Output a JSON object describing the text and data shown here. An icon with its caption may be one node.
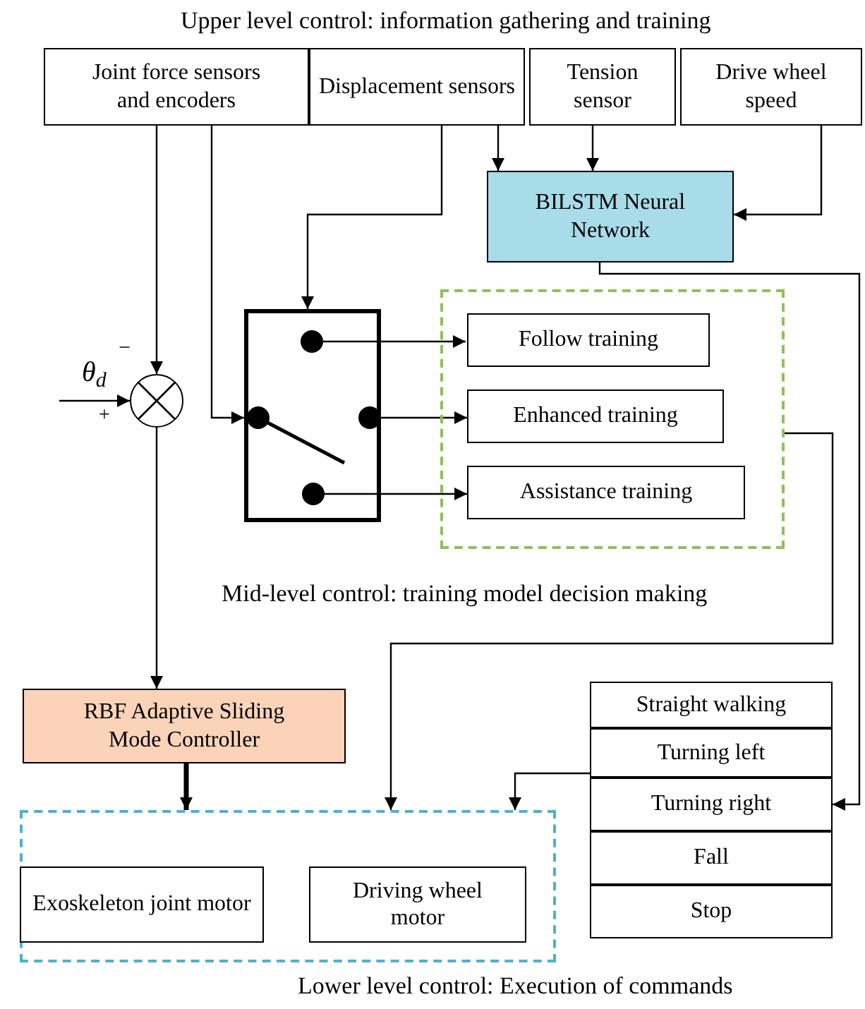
{
  "diagram": {
    "nodes": [
      {
        "text": [
          "Joint force sensors and encoders"
        ]
      },
      {
        "text": [
          "Displacement sensors"
        ]
      },
      {
        "text": [
          "Tension sensor"
        ]
      },
      {
        "text": [
          "Drive wheel speed"
        ]
      },
      {
        "text": [
          "BILSTM Neural Network"
        ]
      },
      {
        "text": [],
        "shape": "box"
      },
      {
        "text": [],
        "shape": "circle"
      },
      {
        "text": [],
        "shape": "box"
      },
      {
        "text": [
          "Follow training"
        ],
        "in": 7
      },
      {
        "text": [
          "Enhanced training"
        ],
        "in": 7
      },
      {
        "text": [
          "Assistance training"
        ],
        "in": 7
      },
      {
        "text": [
          "RBF Adaptive Sliding Mode Controller"
        ]
      },
      {
        "text": [],
        "shape": "box"
      },
      {
        "text": [
          "Exoskeleton joint motor"
        ],
        "in": 12
      },
      {
        "text": [
          "Driving wheel motor"
        ],
        "in": 12
      },
      {
        "text": [
          "Straight walking"
        ]
      },
      {
        "text": [
          "Turning left"
        ]
      },
      {
        "text": [
          "Turning right"
        ]
      },
      {
        "text": [
          "Fall"
        ]
      },
      {
        "text": [
          "Stop"
        ]
      }
    ],
    "edges": [
      {
        "from": 0,
        "to": 6,
        "arrow": "to"
      },
      {
        "from": 0,
        "to": 5,
        "arrow": "to"
      },
      {
        "from": 1,
        "to": 5,
        "arrow": "to"
      },
      {
        "from": 1,
        "to": 4,
        "arrow": "to"
      },
      {
        "from": 2,
        "to": 4,
        "arrow": "to"
      },
      {
        "from": 3,
        "to": 4,
        "arrow": "to"
      },
      {
        "from": 4,
        "to": 17,
        "arrow": "to"
      },
      {
        "from": 5,
        "to": 8,
        "arrow": "to"
      },
      {
        "from": 5,
        "to": 9,
        "arrow": "to"
      },
      {
        "from": 5,
        "to": 10,
        "arrow": "to"
      },
      {
        "from": null,
        "to": 6,
        "arrow": "to"
      },
      {
        "from": 6,
        "to": 11,
        "arrow": "to"
      },
      {
        "from": 11,
        "to": 12,
        "arrow": "to",
        "style": "thick"
      },
      {
        "from": 7,
        "to": 12,
        "arrow": "to"
      },
      {
        "from": 16,
        "to": 12,
        "arrow": "to"
      }
    ],
    "labels": [
      "Upper level control: information gathering and training",
      "θ$_{d}$",
      "−",
      "+",
      "Mid-level control: training model decision making",
      "Lower level control: Execution of commands"
    ]
  }
}
